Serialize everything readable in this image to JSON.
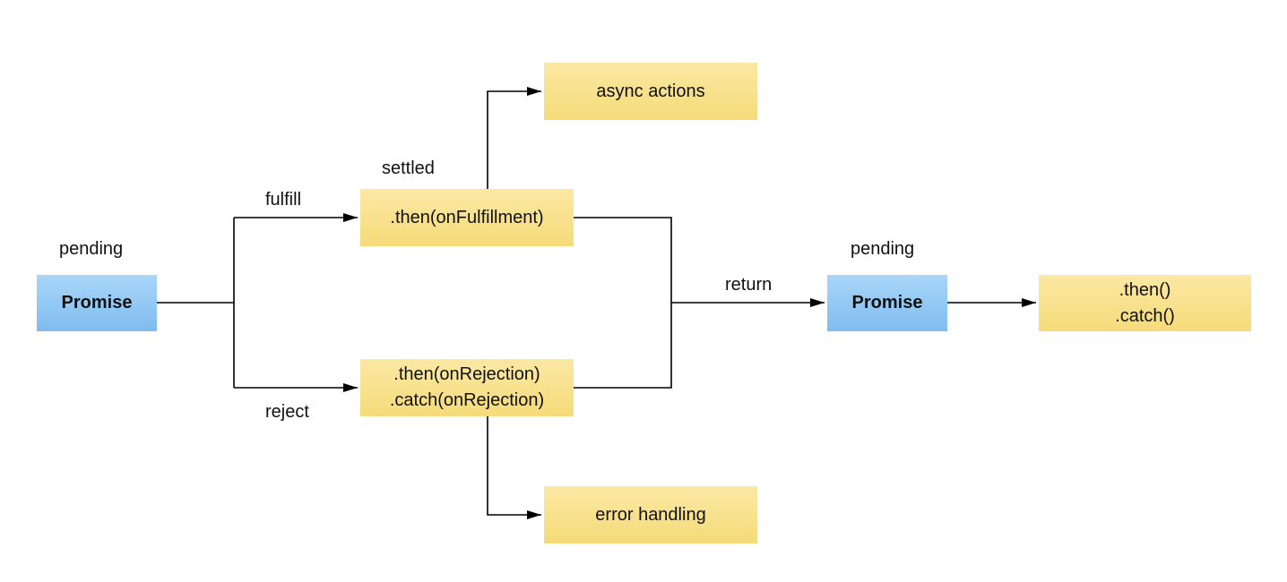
{
  "nodes": {
    "promise_left": "Promise",
    "promise_right": "Promise",
    "then_fulfillment": ".then(onFulfillment)",
    "then_rejection": ".then(onRejection)",
    "catch_rejection": ".catch(onRejection)",
    "async_actions": "async actions",
    "error_handling": "error handling",
    "then_chain": ".then()",
    "catch_chain": ".catch()"
  },
  "labels": {
    "pending_left": "pending",
    "pending_right": "pending",
    "settled": "settled",
    "fulfill": "fulfill",
    "reject": "reject",
    "return": "return"
  },
  "colors": {
    "promise_fill": "#8cc5f3",
    "action_fill": "#f8e18c",
    "line": "#000000"
  }
}
